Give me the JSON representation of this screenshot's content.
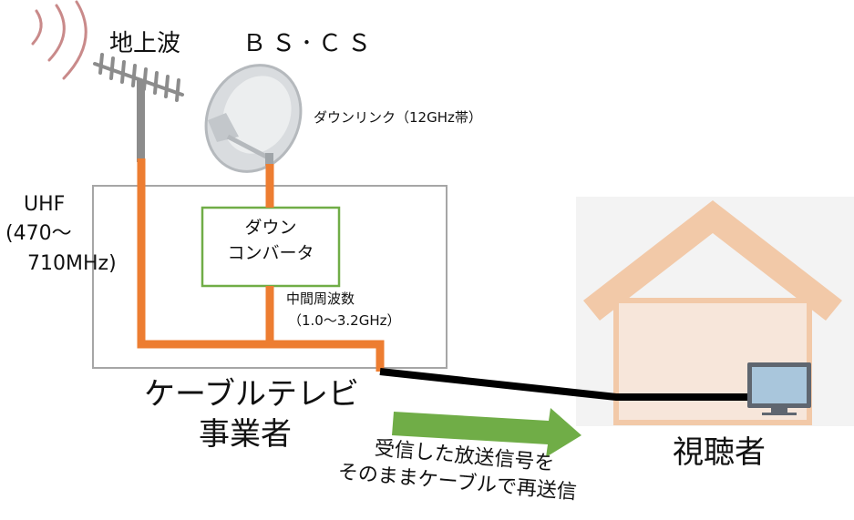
{
  "labels": {
    "terrestrial": "地上波",
    "bs_cs": "ＢＳ･ＣＳ",
    "downlink": "ダウンリンク（12GHz帯）",
    "uhf": "UHF",
    "uhf_range_1": "(470～",
    "uhf_range_2": "710MHz)",
    "down_converter_1": "ダウン",
    "down_converter_2": "コンバータ",
    "intermediate_freq": "中間周波数",
    "intermediate_range": "（1.0～3.2GHz）",
    "operator_1": "ケーブルテレビ",
    "operator_2": "事業者",
    "viewer": "視聴者",
    "retransmit_1": "受信した放送信号を",
    "retransmit_2": "そのままケーブルで再送信"
  },
  "colors": {
    "signal_line": "#ed7d31",
    "cable_line": "#000000",
    "converter_border": "#70ad47",
    "arrow": "#70ad47",
    "house": "#f2c9a8",
    "operator_box": "#a6a6a6"
  }
}
